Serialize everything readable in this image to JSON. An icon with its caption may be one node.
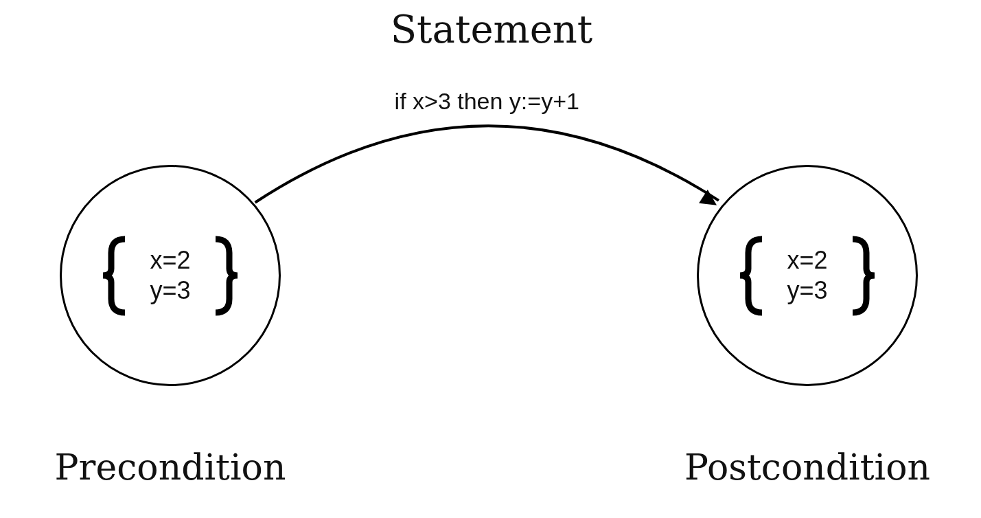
{
  "diagram": {
    "title": "Statement",
    "nodes": [
      {
        "text": [
          "x=2 y=3"
        ],
        "beside": [
          "Precondition"
        ]
      },
      {
        "text": [
          "x=2 y=3"
        ],
        "beside": [
          "Postcondition"
        ]
      }
    ],
    "edges": [
      {
        "from": 0,
        "to": 1,
        "arrow": "to",
        "label": "if x>3 then y:=y+1"
      }
    ]
  }
}
